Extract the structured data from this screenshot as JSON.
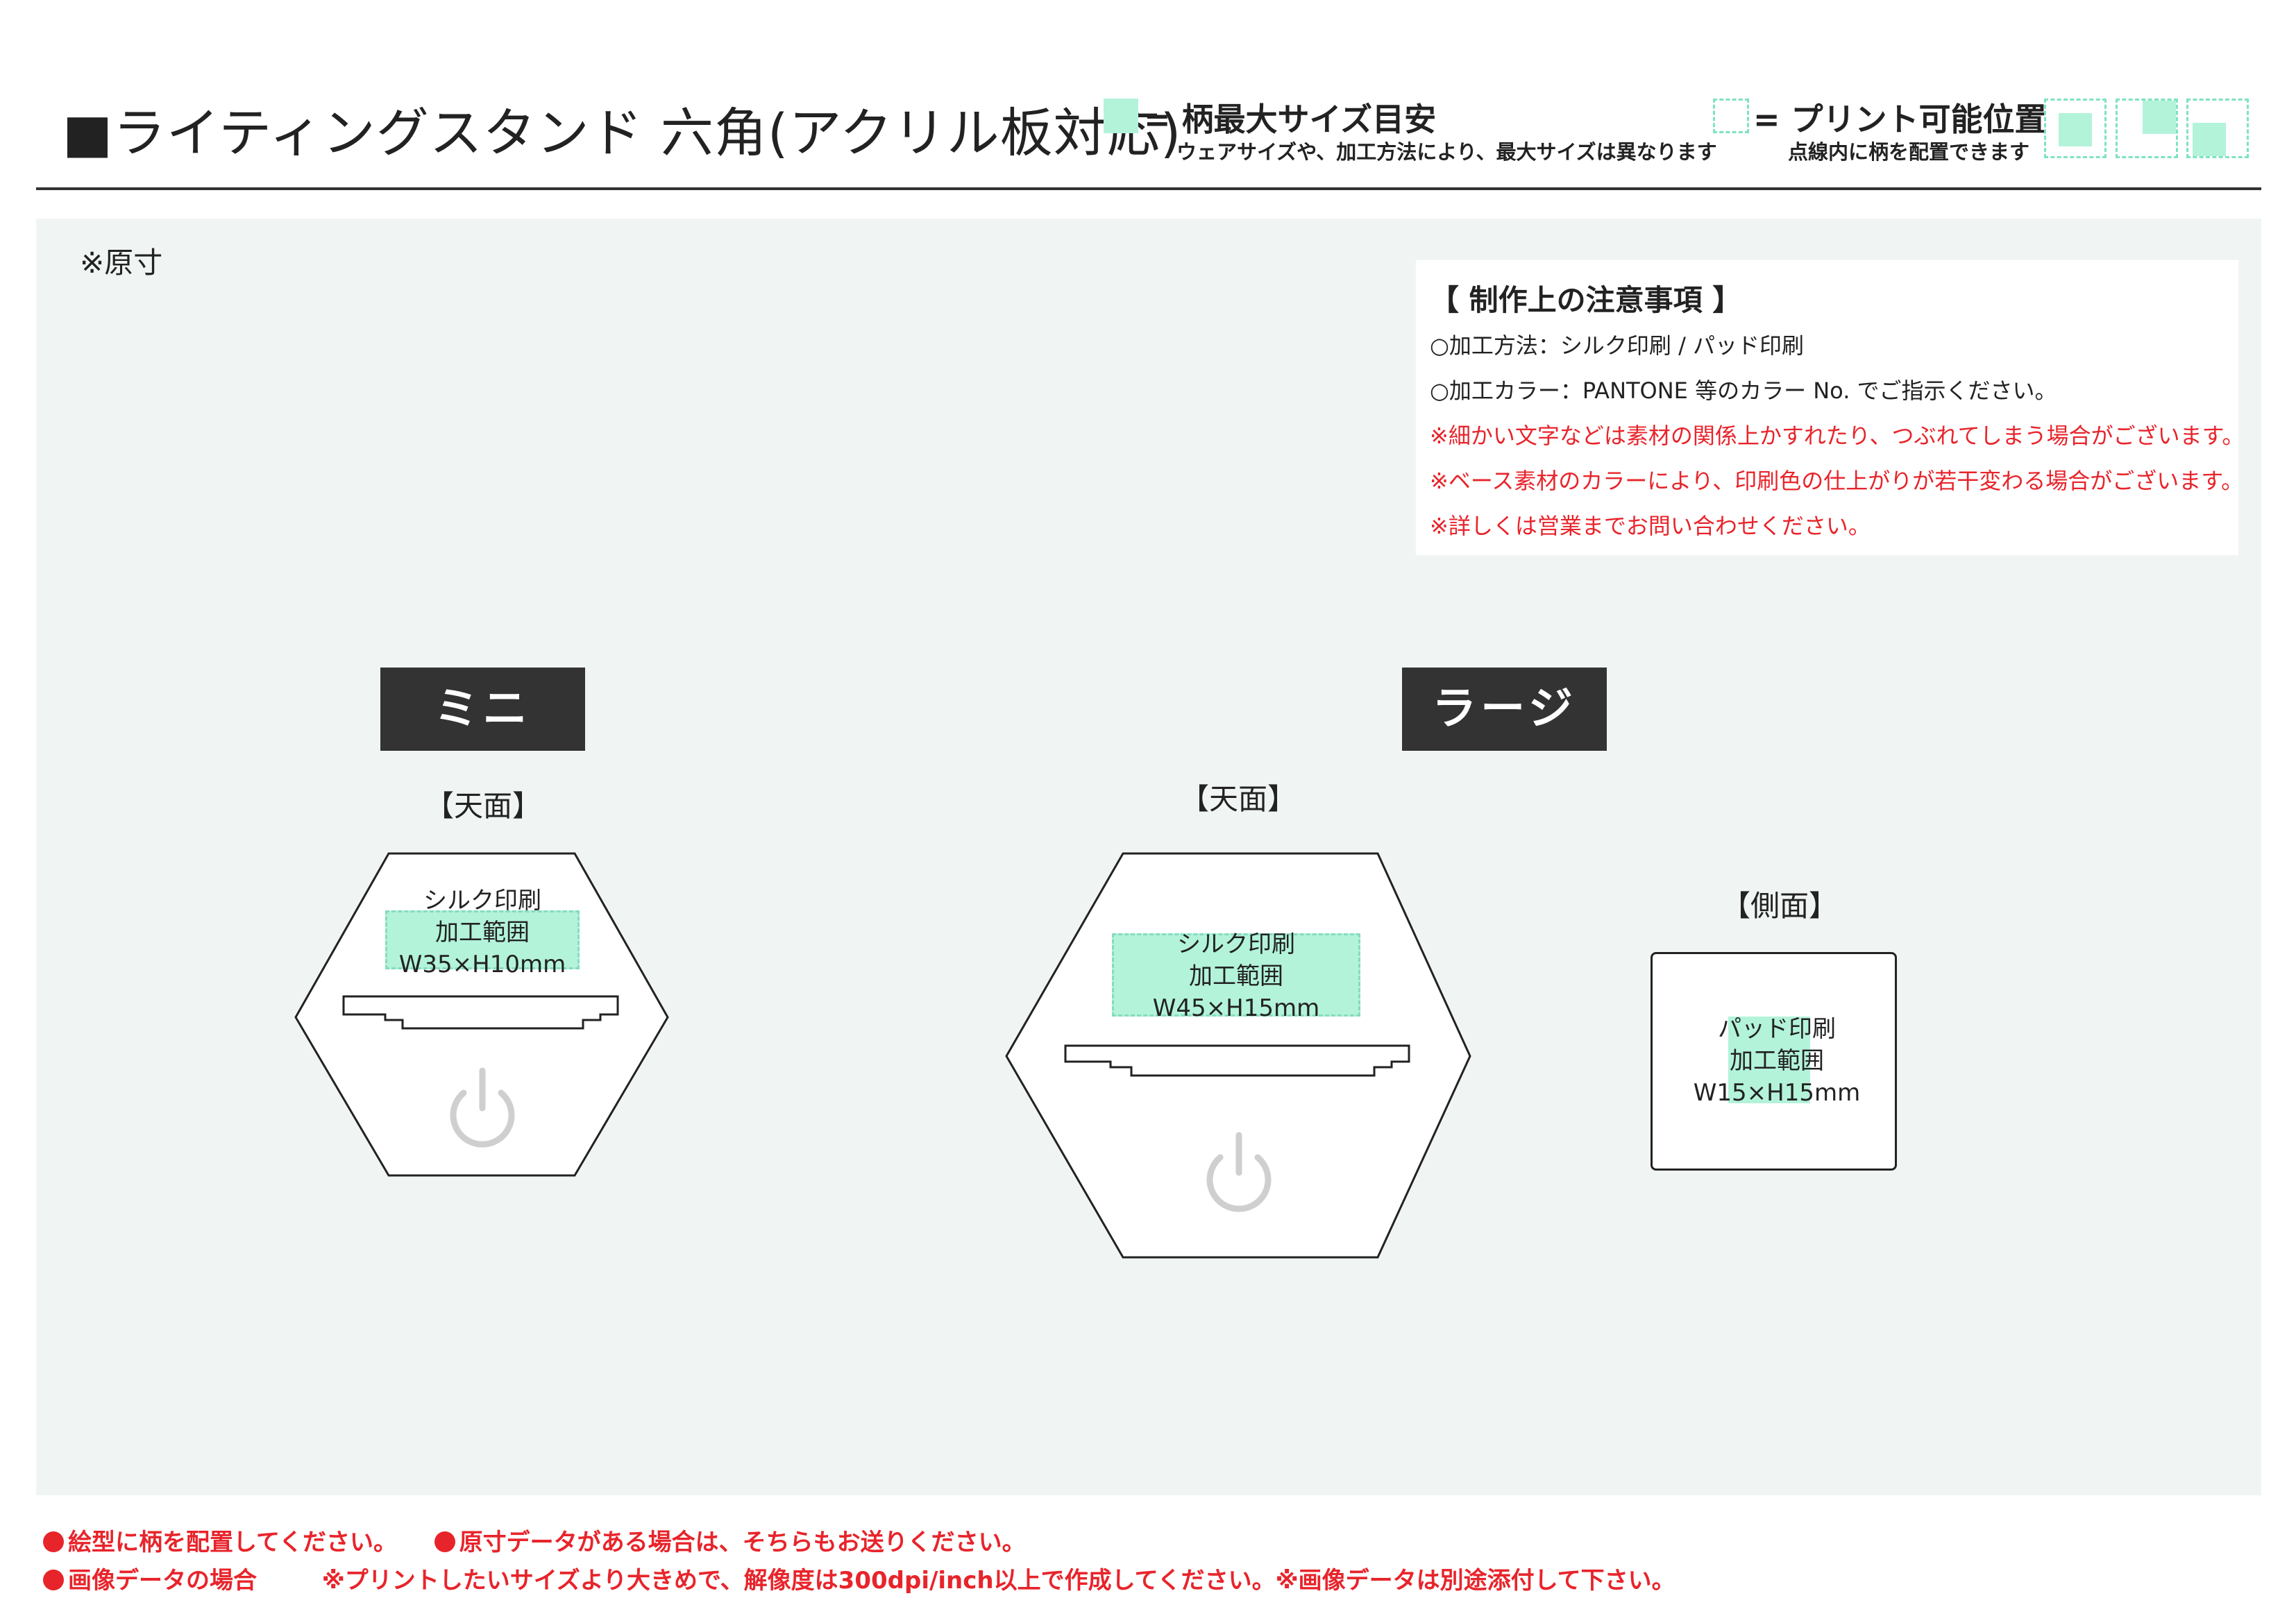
{
  "header": {
    "title": "■ライティングスタンド 六角(アクリル板対応)",
    "legend_max_title": "= 柄最大サイズ目安",
    "legend_max_sub": "ウェアサイズや、加工方法により、最大サイズは異なります",
    "legend_print_title": "= プリント可能位置",
    "legend_print_sub": "点線内に柄を配置できます"
  },
  "panel": {
    "scale_note": "※原寸"
  },
  "notes": {
    "heading": "【 制作上の注意事項 】",
    "lines": [
      "○加工方法：シルク印刷 / パッド印刷",
      "○加工カラー：PANTONE 等のカラー No. でご指示ください。"
    ],
    "warnings": [
      "※細かい文字などは素材の関係上かすれたり、つぶれてしまう場合がございます。",
      "※ベース素材のカラーにより、印刷色の仕上がりが若干変わる場合がございます。",
      "※詳しくは営業までお問い合わせください。"
    ]
  },
  "mini": {
    "badge": "ミニ",
    "view_label": "【天面】",
    "area_lines": [
      "シルク印刷",
      "加工範囲",
      "W35×H10mm"
    ]
  },
  "large": {
    "badge": "ラージ",
    "view_label": "【天面】",
    "area_lines": [
      "シルク印刷",
      "加工範囲",
      "W45×H15mm"
    ],
    "side_label": "【側面】",
    "side_area_lines": [
      "パッド印刷",
      "加工範囲",
      "W15×H15mm"
    ]
  },
  "footer": {
    "line1a": "絵型に柄を配置してください。",
    "line1b": "原寸データがある場合は、そちらもお送りください。",
    "line2a": "画像データの場合",
    "line2b": "※プリントしたいサイズより大きめで、解像度は300dpi/inch以上で作成してください。※画像データは別途添付して下さい。"
  },
  "colors": {
    "print_area": "#b3f3da",
    "print_area_border": "#86dcbd",
    "warning_red": "#e8242b",
    "badge_bg": "#333333",
    "panel_bg": "#f0f5f4"
  },
  "icons": [
    "power-icon"
  ]
}
